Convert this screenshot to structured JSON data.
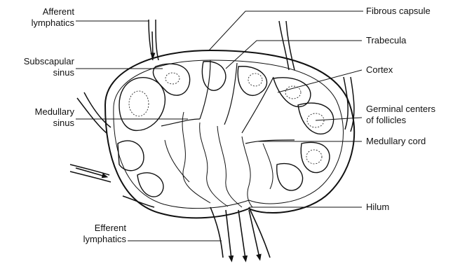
{
  "diagram": {
    "labels": {
      "afferent_lymphatics": "Afferent\nlymphatics",
      "subcapsular_sinus": "Subscapular\nsinus",
      "medullary_sinus": "Medullary\nsinus",
      "efferent_lymphatics": "Efferent\nlymphatics",
      "fibrous_capsule": "Fibrous capsule",
      "trabecula": "Trabecula",
      "cortex": "Cortex",
      "germinal_centers": "Germinal centers\nof follicles",
      "medullary_cord": "Medullary cord",
      "hilum": "Hilum"
    },
    "colors": {
      "ink": "#111111",
      "background": "#ffffff"
    }
  }
}
